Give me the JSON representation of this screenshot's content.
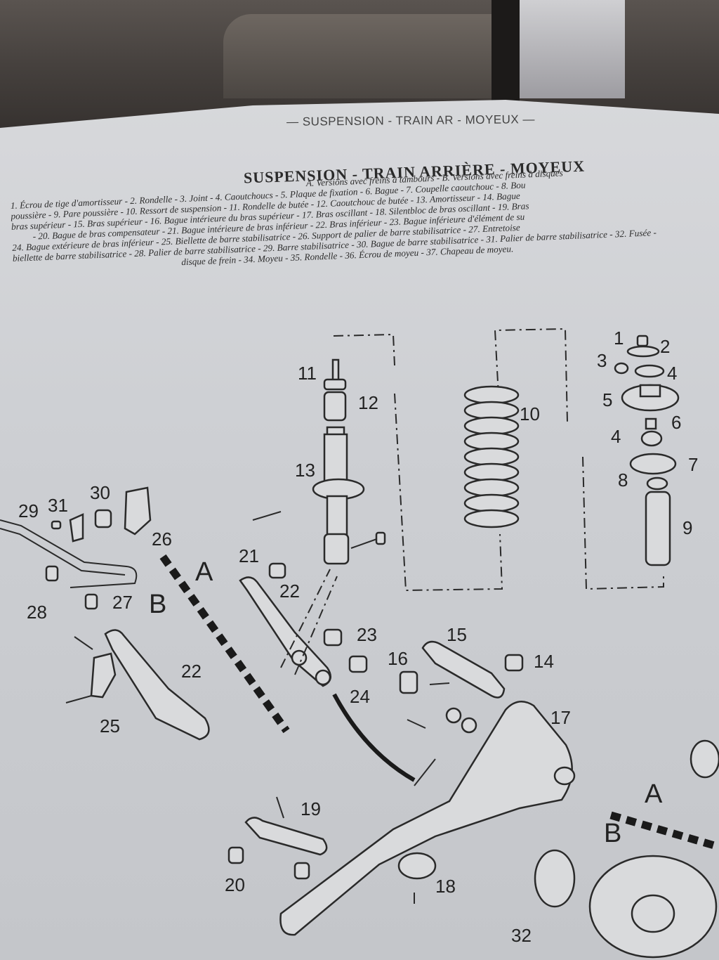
{
  "running_head": "— SUSPENSION - TRAIN AR - MOYEUX —",
  "title": "SUSPENSION - TRAIN ARRIÈRE - MOYEUX",
  "legend_lines": [
    "A. Versions avec freins à tambours - B. Versions avec freins à disques",
    "1. Écrou de tige d'amortisseur - 2. Rondelle - 3. Joint - 4. Caoutchoucs - 5. Plaque de fixation - 6. Bague - 7. Coupelle caoutchouc - 8. Bou",
    "poussière - 9. Pare poussière - 10. Ressort de suspension - 11. Rondelle de butée - 12. Caoutchouc de butée - 13. Amortisseur - 14. Bague",
    "bras supérieur - 15. Bras supérieur - 16. Bague intérieure du bras supérieur - 17. Bras oscillant - 18. Silentbloc de bras oscillant - 19. Bras",
    "- 20. Bague de bras compensateur - 21. Bague intérieure de bras inférieur - 22. Bras inférieur - 23. Bague inférieure d'élément de su",
    "24. Bague extérieure de bras inférieur - 25. Biellette de barre stabilisatrice - 26. Support de palier de barre stabilisatrice - 27. Entretoise",
    "biellette de barre stabilisatrice - 28. Palier de barre stabilisatrice - 29. Barre stabilisatrice - 30. Bague de barre stabilisatrice - 31. Palier de barre stabilisatrice - 32. Fusée -",
    "disque de frein - 34. Moyeu - 35. Rondelle - 36. Écrou de moyeu - 37. Chapeau de moyeu."
  ],
  "callouts": {
    "c1": "1",
    "c2": "2",
    "c3": "3",
    "c4a": "4",
    "c4b": "4",
    "c5": "5",
    "c6": "6",
    "c7": "7",
    "c8": "8",
    "c9": "9",
    "c10": "10",
    "c11": "11",
    "c12": "12",
    "c13": "13",
    "c14": "14",
    "c15": "15",
    "c16": "16",
    "c17": "17",
    "c18": "18",
    "c19": "19",
    "c20": "20",
    "c21": "21",
    "c22a": "22",
    "c22b": "22",
    "c23": "23",
    "c24": "24",
    "c25": "25",
    "c26": "26",
    "c27": "27",
    "c28": "28",
    "c29": "29",
    "c30": "30",
    "c31": "31",
    "c32": "32"
  },
  "section_labels": {
    "a1": "A",
    "b1": "B",
    "a2": "A",
    "b2": "B"
  }
}
